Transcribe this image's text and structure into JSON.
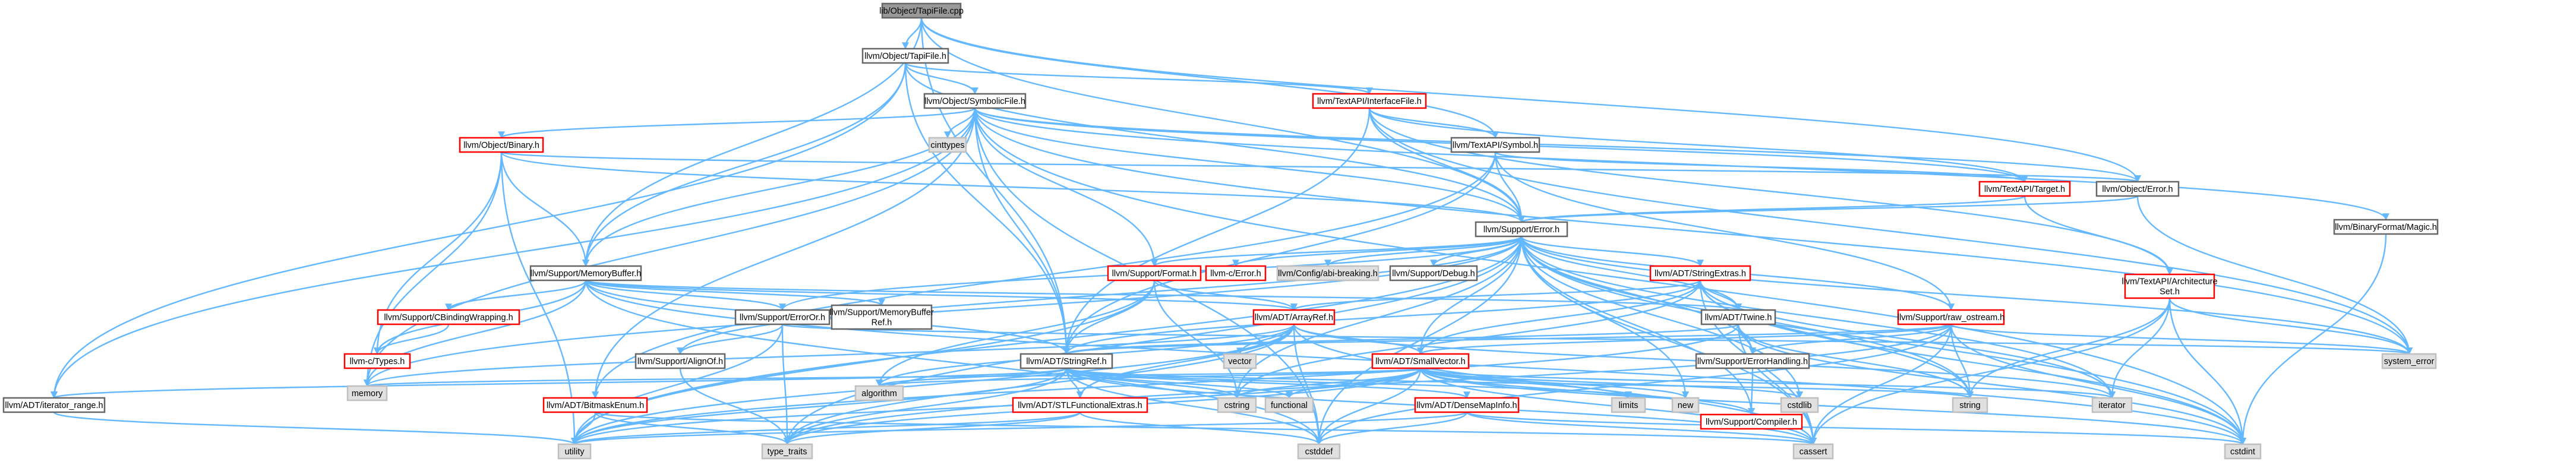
{
  "colors": {
    "edge": "#63b8ff",
    "edge_red": "#9a2c2c",
    "box_border": "#666666",
    "box_border_red": "#ff0000",
    "focus_fill": "#999999",
    "std_fill": "#e0e0e0",
    "text": "#000000"
  },
  "graph": {
    "nodes": [
      {
        "id": "n0",
        "label": "lib/Object/TapiFile.cpp",
        "style": "focus"
      },
      {
        "id": "n1",
        "label": "llvm/Object/TapiFile.h",
        "style": "plain"
      },
      {
        "id": "n2",
        "label": "llvm/Object/SymbolicFile.h",
        "style": "plain"
      },
      {
        "id": "n3",
        "label": "llvm/TextAPI/InterfaceFile.h",
        "style": "red"
      },
      {
        "id": "n4",
        "label": "llvm/Object/Binary.h",
        "style": "red"
      },
      {
        "id": "n5",
        "label": "cinttypes",
        "style": "std"
      },
      {
        "id": "n6",
        "label": "llvm/TextAPI/Symbol.h",
        "style": "plain"
      },
      {
        "id": "n7",
        "label": "llvm/TextAPI/Target.h",
        "style": "red"
      },
      {
        "id": "n8",
        "label": "llvm/Object/Error.h",
        "style": "plain"
      },
      {
        "id": "n9",
        "label": "llvm/BinaryFormat/Magic.h",
        "style": "plain"
      },
      {
        "id": "n10",
        "label": "llvm/Support/Error.h",
        "style": "plain"
      },
      {
        "id": "n11",
        "label": "llvm/Support/MemoryBuffer.h",
        "style": "plain"
      },
      {
        "id": "n12",
        "label": "llvm/Support/Format.h",
        "style": "red"
      },
      {
        "id": "n13",
        "label": "llvm-c/Error.h",
        "style": "red"
      },
      {
        "id": "n14",
        "label": "llvm/Config/abi-breaking.h",
        "style": "std"
      },
      {
        "id": "n15",
        "label": "llvm/Support/Debug.h",
        "style": "plain"
      },
      {
        "id": "n16",
        "label": "llvm/ADT/StringExtras.h",
        "style": "red"
      },
      {
        "id": "n17",
        "label": "llvm/TextAPI/Architecture\nSet.h",
        "style": "red"
      },
      {
        "id": "n18",
        "label": "llvm/Support/CBindingWrapping.h",
        "style": "red"
      },
      {
        "id": "n19",
        "label": "llvm/Support/ErrorOr.h",
        "style": "plain"
      },
      {
        "id": "n20",
        "label": "llvm/Support/MemoryBuffer\nRef.h",
        "style": "plain"
      },
      {
        "id": "n21",
        "label": "llvm/ADT/ArrayRef.h",
        "style": "red"
      },
      {
        "id": "n22",
        "label": "llvm/ADT/Twine.h",
        "style": "plain"
      },
      {
        "id": "n23",
        "label": "llvm/Support/raw_ostream.h",
        "style": "red"
      },
      {
        "id": "n24",
        "label": "llvm-c/Types.h",
        "style": "red"
      },
      {
        "id": "n25",
        "label": "llvm/Support/AlignOf.h",
        "style": "plain"
      },
      {
        "id": "n26",
        "label": "llvm/ADT/StringRef.h",
        "style": "plain"
      },
      {
        "id": "n27",
        "label": "vector",
        "style": "std"
      },
      {
        "id": "n28",
        "label": "llvm/ADT/SmallVector.h",
        "style": "red"
      },
      {
        "id": "n29",
        "label": "llvm/Support/ErrorHandling.h",
        "style": "plain"
      },
      {
        "id": "n30",
        "label": "system_error",
        "style": "std"
      },
      {
        "id": "n31",
        "label": "llvm/ADT/iterator_range.h",
        "style": "plain"
      },
      {
        "id": "n32",
        "label": "memory",
        "style": "std"
      },
      {
        "id": "n33",
        "label": "llvm/ADT/BitmaskEnum.h",
        "style": "red"
      },
      {
        "id": "n34",
        "label": "algorithm",
        "style": "std"
      },
      {
        "id": "n35",
        "label": "cstring",
        "style": "std"
      },
      {
        "id": "n36",
        "label": "functional",
        "style": "std"
      },
      {
        "id": "n37",
        "label": "limits",
        "style": "std"
      },
      {
        "id": "n38",
        "label": "new",
        "style": "std"
      },
      {
        "id": "n39",
        "label": "cstdlib",
        "style": "std"
      },
      {
        "id": "n40",
        "label": "string",
        "style": "std"
      },
      {
        "id": "n41",
        "label": "iterator",
        "style": "std"
      },
      {
        "id": "n42",
        "label": "llvm/ADT/STLFunctionalExtras.h",
        "style": "red"
      },
      {
        "id": "n43",
        "label": "llvm/ADT/DenseMapInfo.h",
        "style": "red"
      },
      {
        "id": "n44",
        "label": "llvm/Support/Compiler.h",
        "style": "red"
      },
      {
        "id": "n45",
        "label": "utility",
        "style": "std"
      },
      {
        "id": "n46",
        "label": "type_traits",
        "style": "std"
      },
      {
        "id": "n47",
        "label": "cstddef",
        "style": "std"
      },
      {
        "id": "n48",
        "label": "cassert",
        "style": "std"
      },
      {
        "id": "n49",
        "label": "cstdint",
        "style": "std"
      }
    ],
    "edges": [
      [
        "n0",
        "n1"
      ],
      [
        "n0",
        "n26"
      ],
      [
        "n0",
        "n11"
      ],
      [
        "n0",
        "n10"
      ],
      [
        "n0",
        "n8"
      ],
      [
        "n0",
        "n6"
      ],
      [
        "n1",
        "n2"
      ],
      [
        "n1",
        "n3"
      ],
      [
        "n1",
        "n11"
      ],
      [
        "n1",
        "n26"
      ],
      [
        "n1",
        "n31"
      ],
      [
        "n1",
        "n10"
      ],
      [
        "n2",
        "n4"
      ],
      [
        "n2",
        "n5"
      ],
      [
        "n2",
        "n12"
      ],
      [
        "n2",
        "n26"
      ],
      [
        "n2",
        "n9"
      ],
      [
        "n2",
        "n10"
      ],
      [
        "n2",
        "n8"
      ],
      [
        "n2",
        "n11"
      ],
      [
        "n2",
        "n31"
      ],
      [
        "n2",
        "n32"
      ],
      [
        "n2",
        "n47"
      ],
      [
        "n2",
        "n49"
      ],
      [
        "n2",
        "n7"
      ],
      [
        "n2",
        "n30"
      ],
      [
        "n2",
        "n33"
      ],
      [
        "n3",
        "n6"
      ],
      [
        "n3",
        "n17"
      ],
      [
        "n3",
        "n7"
      ],
      [
        "n3",
        "n26"
      ],
      [
        "n3",
        "n10"
      ],
      [
        "n3",
        "n30"
      ],
      [
        "n4",
        "n10"
      ],
      [
        "n4",
        "n11"
      ],
      [
        "n4",
        "n8"
      ],
      [
        "n4",
        "n24"
      ],
      [
        "n4",
        "n32"
      ],
      [
        "n4",
        "n45"
      ],
      [
        "n6",
        "n10"
      ],
      [
        "n6",
        "n7"
      ],
      [
        "n6",
        "n23"
      ],
      [
        "n6",
        "n26"
      ],
      [
        "n6",
        "n33"
      ],
      [
        "n7",
        "n17"
      ],
      [
        "n7",
        "n10"
      ],
      [
        "n8",
        "n10"
      ],
      [
        "n8",
        "n30"
      ],
      [
        "n9",
        "n49"
      ],
      [
        "n10",
        "n12"
      ],
      [
        "n10",
        "n13"
      ],
      [
        "n10",
        "n14"
      ],
      [
        "n10",
        "n15"
      ],
      [
        "n10",
        "n16"
      ],
      [
        "n10",
        "n19"
      ],
      [
        "n10",
        "n25"
      ],
      [
        "n10",
        "n28"
      ],
      [
        "n10",
        "n29"
      ],
      [
        "n10",
        "n22"
      ],
      [
        "n10",
        "n23"
      ],
      [
        "n10",
        "n44"
      ],
      [
        "n10",
        "n30"
      ],
      [
        "n10",
        "n48"
      ],
      [
        "n10",
        "n40"
      ],
      [
        "n10",
        "n38"
      ],
      [
        "n10",
        "n49"
      ],
      [
        "n10",
        "n47"
      ],
      [
        "n10",
        "n35"
      ],
      [
        "n10",
        "n46"
      ],
      [
        "n10",
        "n45"
      ],
      [
        "n10",
        "n41"
      ],
      [
        "n10",
        "n32"
      ],
      [
        "n10",
        "n39"
      ],
      [
        "n11",
        "n18"
      ],
      [
        "n11",
        "n19"
      ],
      [
        "n11",
        "n20"
      ],
      [
        "n11",
        "n24"
      ],
      [
        "n11",
        "n26"
      ],
      [
        "n11",
        "n21"
      ],
      [
        "n11",
        "n22"
      ],
      [
        "n11",
        "n32"
      ],
      [
        "n11",
        "n47"
      ],
      [
        "n11",
        "n49"
      ],
      [
        "n12",
        "n21"
      ],
      [
        "n12",
        "n26"
      ],
      [
        "n12",
        "n45"
      ],
      [
        "n12",
        "n35"
      ],
      [
        "n12",
        "n34"
      ],
      [
        "n16",
        "n21"
      ],
      [
        "n16",
        "n26"
      ],
      [
        "n16",
        "n22"
      ],
      [
        "n16",
        "n28"
      ],
      [
        "n16",
        "n41"
      ],
      [
        "n16",
        "n40"
      ],
      [
        "n16",
        "n35"
      ],
      [
        "n16",
        "n49"
      ],
      [
        "n16",
        "n48"
      ],
      [
        "n17",
        "n41"
      ],
      [
        "n17",
        "n30"
      ],
      [
        "n17",
        "n48"
      ],
      [
        "n17",
        "n49"
      ],
      [
        "n17",
        "n40"
      ],
      [
        "n18",
        "n24"
      ],
      [
        "n19",
        "n25"
      ],
      [
        "n19",
        "n30"
      ],
      [
        "n19",
        "n46"
      ],
      [
        "n19",
        "n45"
      ],
      [
        "n21",
        "n28"
      ],
      [
        "n21",
        "n42"
      ],
      [
        "n21",
        "n27"
      ],
      [
        "n21",
        "n34"
      ],
      [
        "n21",
        "n48"
      ],
      [
        "n21",
        "n47"
      ],
      [
        "n21",
        "n45"
      ],
      [
        "n21",
        "n32"
      ],
      [
        "n21",
        "n46"
      ],
      [
        "n21",
        "n41"
      ],
      [
        "n22",
        "n26"
      ],
      [
        "n22",
        "n29"
      ],
      [
        "n22",
        "n48"
      ],
      [
        "n22",
        "n49"
      ],
      [
        "n22",
        "n40"
      ],
      [
        "n22",
        "n45"
      ],
      [
        "n23",
        "n26"
      ],
      [
        "n23",
        "n29"
      ],
      [
        "n23",
        "n28"
      ],
      [
        "n23",
        "n30"
      ],
      [
        "n23",
        "n48"
      ],
      [
        "n23",
        "n49"
      ],
      [
        "n23",
        "n40"
      ],
      [
        "n23",
        "n47"
      ],
      [
        "n23",
        "n46"
      ],
      [
        "n25",
        "n46"
      ],
      [
        "n26",
        "n42"
      ],
      [
        "n26",
        "n43"
      ],
      [
        "n26",
        "n34"
      ],
      [
        "n26",
        "n48"
      ],
      [
        "n26",
        "n47"
      ],
      [
        "n26",
        "n35"
      ],
      [
        "n26",
        "n37"
      ],
      [
        "n26",
        "n40"
      ],
      [
        "n26",
        "n46"
      ],
      [
        "n26",
        "n45"
      ],
      [
        "n26",
        "n36"
      ],
      [
        "n26",
        "n31"
      ],
      [
        "n28",
        "n44"
      ],
      [
        "n28",
        "n34"
      ],
      [
        "n28",
        "n48"
      ],
      [
        "n28",
        "n47"
      ],
      [
        "n28",
        "n39"
      ],
      [
        "n28",
        "n35"
      ],
      [
        "n28",
        "n36"
      ],
      [
        "n28",
        "n41"
      ],
      [
        "n28",
        "n37"
      ],
      [
        "n28",
        "n32"
      ],
      [
        "n28",
        "n38"
      ],
      [
        "n28",
        "n46"
      ],
      [
        "n28",
        "n45"
      ],
      [
        "n28",
        "n49"
      ],
      [
        "n29",
        "n44"
      ],
      [
        "n31",
        "n45"
      ],
      [
        "n33",
        "n45"
      ],
      [
        "n33",
        "n46"
      ],
      [
        "n33",
        "n48"
      ],
      [
        "n42",
        "n45"
      ],
      [
        "n42",
        "n46"
      ],
      [
        "n42",
        "n47"
      ],
      [
        "n43",
        "n45"
      ],
      [
        "n43",
        "n48"
      ],
      [
        "n43",
        "n47"
      ],
      [
        "n43",
        "n49"
      ]
    ]
  }
}
